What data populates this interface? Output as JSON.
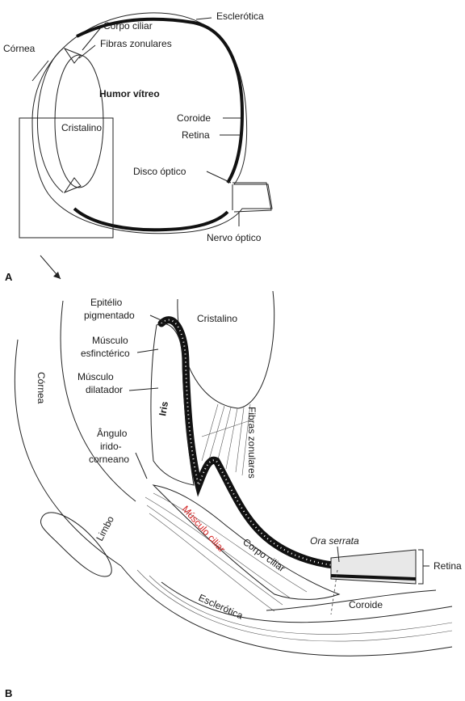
{
  "panel_a": {
    "letter": "A",
    "labels": {
      "esclerotica": "Esclerótica",
      "cornea": "Córnea",
      "corpo_ciliar": "Corpo ciliar",
      "fibras_zonulares": "Fibras zonulares",
      "humor_vitreo": "Humor vítreo",
      "cristalino": "Cristalino",
      "coroide": "Coroide",
      "retina": "Retina",
      "disco_optico": "Disco óptico",
      "nervo_optico": "Nervo óptico"
    }
  },
  "panel_b": {
    "letter": "B",
    "labels": {
      "epitelio_1": "Epitélio",
      "epitelio_2": "pigmentado",
      "cristalino": "Cristalino",
      "esfincterico_1": "Músculo",
      "esfincterico_2": "esfinctérico",
      "dilatador_1": "Músculo",
      "dilatador_2": "dilatador",
      "iris": "Iris",
      "cornea": "Córnea",
      "angulo_1": "Ângulo",
      "angulo_2": "irido-",
      "angulo_3": "corneano",
      "fibras_zonulares": "Fibras zonulares",
      "limbo": "Limbo",
      "musculo_ciliar": "Músculo ciliar",
      "corpo_ciliar": "Corpo ciliar",
      "ora_serrata": "Ora serrata",
      "retina": "Retina",
      "coroide": "Coroide",
      "esclerotica": "Esclerótica"
    }
  }
}
